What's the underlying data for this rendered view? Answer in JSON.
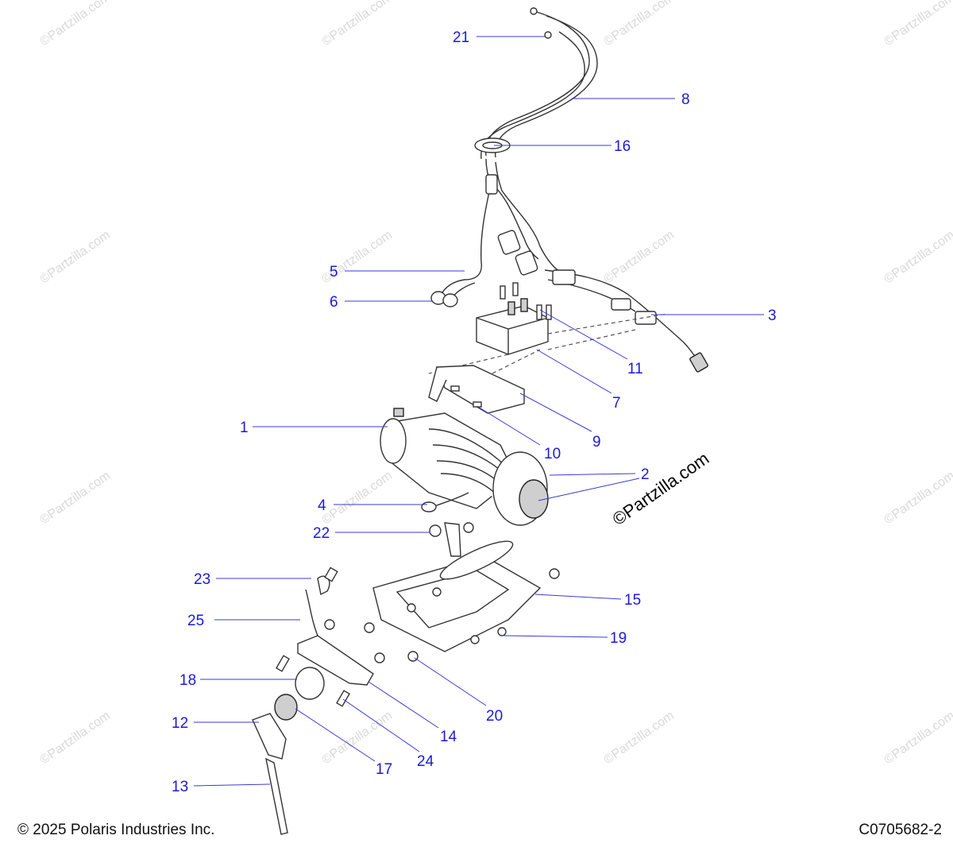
{
  "watermark": "©Partzilla.com",
  "copyright": "© 2025 Polaris Industries Inc.",
  "diagram_code": "C0705682-2",
  "callouts": {
    "c1": "1",
    "c2": "2",
    "c3": "3",
    "c4": "4",
    "c5": "5",
    "c6": "6",
    "c7": "7",
    "c8": "8",
    "c9": "9",
    "c10": "10",
    "c11": "11",
    "c12": "12",
    "c13": "13",
    "c14": "14",
    "c15": "15",
    "c16": "16",
    "c17": "17",
    "c18": "18",
    "c19": "19",
    "c20": "20",
    "c21": "21",
    "c22": "22",
    "c23": "23",
    "c24": "24",
    "c25": "25"
  },
  "colors": {
    "callout": "#1a1ad8",
    "leader": "#3a3ad0",
    "watermark": "#d9d9d9"
  }
}
